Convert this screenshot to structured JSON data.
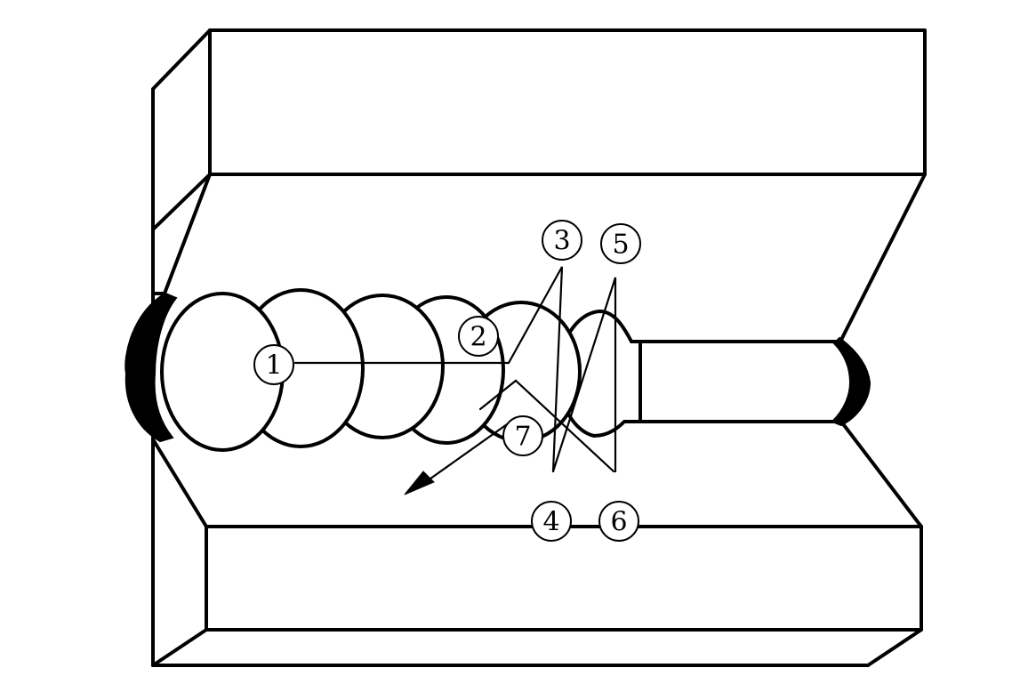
{
  "callouts": [
    {
      "label": "1"
    },
    {
      "label": "2"
    },
    {
      "label": "3"
    },
    {
      "label": "4"
    },
    {
      "label": "5"
    },
    {
      "label": "6"
    },
    {
      "label": "7"
    }
  ],
  "colors": {
    "ink": "#000000",
    "paper": "#ffffff"
  }
}
